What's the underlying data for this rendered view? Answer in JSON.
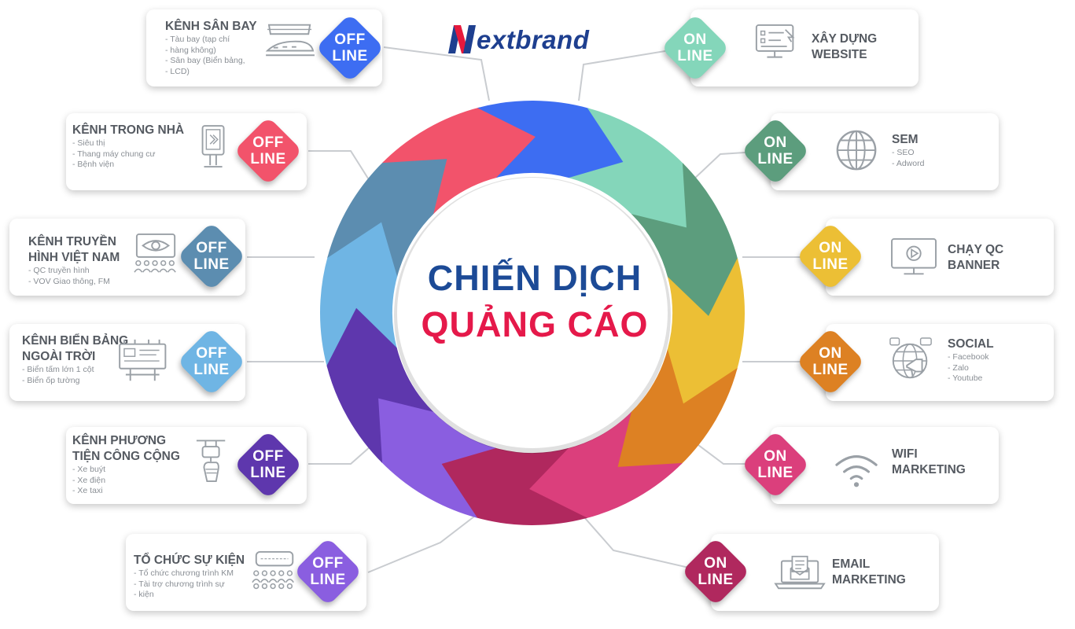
{
  "logo": {
    "letter": "N",
    "text": "extbrand",
    "colors": {
      "red": "#e6193c",
      "blue": "#1e3f8f"
    }
  },
  "center": {
    "line1": "CHIẾN DỊCH",
    "line2": "QUẢNG CÁO",
    "line1_color": "#1c4a96",
    "line2_color": "#e5194a"
  },
  "ring_segments": [
    {
      "name": "offline-outdoor",
      "color": "#6fb5e4"
    },
    {
      "name": "offline-tv",
      "color": "#5c8db0"
    },
    {
      "name": "offline-indoor",
      "color": "#f2536b"
    },
    {
      "name": "offline-airport",
      "color": "#3d6df2"
    },
    {
      "name": "online-website",
      "color": "#84d6ba"
    },
    {
      "name": "online-sem",
      "color": "#5c9d7d"
    },
    {
      "name": "online-banner",
      "color": "#ecbf35"
    },
    {
      "name": "online-social",
      "color": "#dd8123"
    },
    {
      "name": "online-wifi",
      "color": "#db3f7c"
    },
    {
      "name": "online-email",
      "color": "#b0285e"
    },
    {
      "name": "offline-event",
      "color": "#8a5ee0"
    },
    {
      "name": "offline-transport",
      "color": "#5e37ad"
    }
  ],
  "channels": [
    {
      "id": "airport",
      "side": "left",
      "badge": [
        "OFF",
        "LINE"
      ],
      "color": "#3d6df2",
      "title": [
        "KÊNH SÂN BAY"
      ],
      "lines": [
        "Tàu bay (tạp chí",
        "hàng không)",
        "Sân bay (Biển bảng,",
        "LCD)"
      ],
      "icon": "train-airplane-icon"
    },
    {
      "id": "indoor",
      "side": "left",
      "badge": [
        "OFF",
        "LINE"
      ],
      "color": "#f2536b",
      "title": [
        "KÊNH TRONG NHÀ"
      ],
      "lines": [
        "Siêu thị",
        "Thang máy chung cư",
        "Bệnh viện"
      ],
      "icon": "indoor-kiosk-icon"
    },
    {
      "id": "tv",
      "side": "left",
      "badge": [
        "OFF",
        "LINE"
      ],
      "color": "#5c8db0",
      "title": [
        "KÊNH TRUYỀN",
        "HÌNH VIỆT NAM"
      ],
      "lines": [
        "QC truyền hình",
        "VOV Giao thông, FM"
      ],
      "icon": "eye-audience-icon"
    },
    {
      "id": "outdoor",
      "side": "left",
      "badge": [
        "OFF",
        "LINE"
      ],
      "color": "#6fb5e4",
      "title": [
        "KÊNH BIỂN BẢNG",
        "NGOÀI TRỜI"
      ],
      "lines": [
        "Biển tấm lớn 1 cột",
        "Biển ốp tường"
      ],
      "icon": "billboard-icon"
    },
    {
      "id": "transport",
      "side": "left",
      "badge": [
        "OFF",
        "LINE"
      ],
      "color": "#5e37ad",
      "title": [
        "KÊNH PHƯƠNG",
        "TIỆN CÔNG CỘNG"
      ],
      "lines": [
        "Xe buýt",
        "Xe điện",
        "Xe taxi"
      ],
      "icon": "bus-handle-icon"
    },
    {
      "id": "event",
      "side": "left",
      "badge": [
        "OFF",
        "LINE"
      ],
      "color": "#8a5ee0",
      "title": [
        "TỔ CHỨC SỰ KIỆN"
      ],
      "lines": [
        "Tổ chức chương trình KM",
        "Tài trợ chương trình sự",
        "kiện"
      ],
      "icon": "event-audience-icon"
    },
    {
      "id": "website",
      "side": "right",
      "badge": [
        "ON",
        "LINE"
      ],
      "color": "#84d6ba",
      "title": [
        "XÂY DỰNG",
        "WEBSITE"
      ],
      "lines": [],
      "icon": "website-monitor-icon"
    },
    {
      "id": "sem",
      "side": "right",
      "badge": [
        "ON",
        "LINE"
      ],
      "color": "#5c9d7d",
      "title": [
        "SEM"
      ],
      "lines": [
        "SEO",
        "Adword"
      ],
      "icon": "globe-icon"
    },
    {
      "id": "banner",
      "side": "right",
      "badge": [
        "ON",
        "LINE"
      ],
      "color": "#ecbf35",
      "title": [
        "CHẠY QC",
        "BANNER"
      ],
      "lines": [],
      "icon": "video-monitor-icon"
    },
    {
      "id": "social",
      "side": "right",
      "badge": [
        "ON",
        "LINE"
      ],
      "color": "#dd8123",
      "title": [
        "SOCIAL"
      ],
      "lines": [
        "Facebook",
        "Zalo",
        "Youtube"
      ],
      "icon": "social-globe-icon"
    },
    {
      "id": "wifi",
      "side": "right",
      "badge": [
        "ON",
        "LINE"
      ],
      "color": "#db3f7c",
      "title": [
        "WIFI",
        "MARKETING"
      ],
      "lines": [],
      "icon": "wifi-icon"
    },
    {
      "id": "email",
      "side": "right",
      "badge": [
        "ON",
        "LINE"
      ],
      "color": "#b0285e",
      "title": [
        "EMAIL",
        "MARKETING"
      ],
      "lines": [],
      "icon": "email-laptop-icon"
    }
  ]
}
